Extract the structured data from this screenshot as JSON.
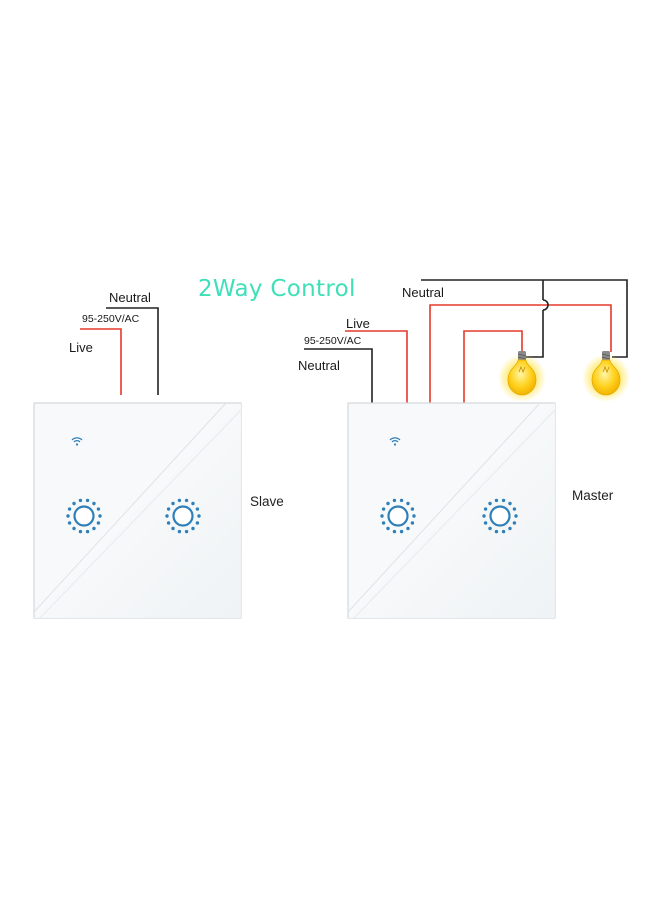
{
  "title": "2Way Control",
  "colors": {
    "title": "#3fe0b8",
    "live_wire": "#e53a2a",
    "neutral_wire": "#222222",
    "panel_fill": "#f7f9fa",
    "panel_border": "#d3d8dc",
    "touch_ring": "#2f7fb9",
    "bulb": "#ffd21f"
  },
  "slave": {
    "neutral_label": "Neutral",
    "voltage_label": "95-250V/AC",
    "live_label": "Live",
    "panel_label": "Slave",
    "wifi_icon": "wifi-icon",
    "button_count": 2
  },
  "master": {
    "live_label": "Live",
    "voltage_label": "95-250V/AC",
    "neutral_label_left": "Neutral",
    "neutral_label_top": "Neutral",
    "panel_label": "Master",
    "wifi_icon": "wifi-icon",
    "button_count": 2,
    "bulb_count": 2
  }
}
